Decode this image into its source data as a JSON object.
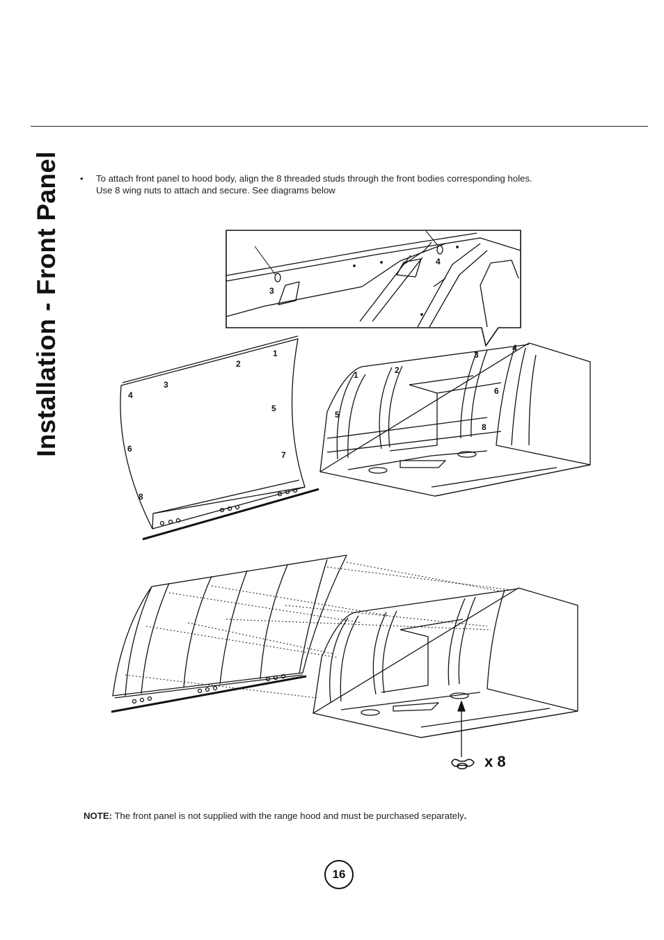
{
  "page": {
    "section_title": "Installation - Front Panel",
    "instruction": {
      "bullet": "•",
      "line1": "To attach front panel to hood body, align the 8 threaded studs through the front bodies corresponding holes.",
      "line2": "Use 8 wing nuts to attach and secure.  See diagrams below"
    },
    "diagram": {
      "callout_labels": [
        "3",
        "4"
      ],
      "panel_labels": [
        "1",
        "2",
        "3",
        "4",
        "5",
        "6",
        "7",
        "8"
      ],
      "hood_labels": [
        "1",
        "2",
        "3",
        "4",
        "5",
        "6",
        "8"
      ],
      "quantity_label": "x 8",
      "wing-nut-icon": "wing-nut-icon"
    },
    "note": {
      "label": "NOTE:",
      "text": " The front panel is not supplied with the range hood and must be purchased separately",
      "end": "."
    },
    "page_number": "16"
  }
}
